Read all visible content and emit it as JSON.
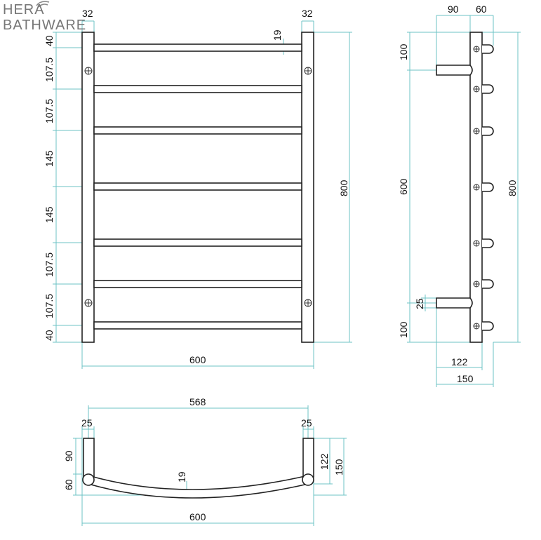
{
  "logo": {
    "line1": "HERA",
    "line2": "BATHWARE"
  },
  "front_view": {
    "top_left_width": "32",
    "top_right_width": "32",
    "bar_dia": "19",
    "left_dims": [
      "40",
      "107.5",
      "107.5",
      "145",
      "145",
      "107.5",
      "107.5",
      "40"
    ],
    "height": "800",
    "width": "600"
  },
  "side_view": {
    "arm_depth": "90",
    "peg_depth": "60",
    "left_dims": [
      "100",
      "600",
      "100"
    ],
    "arm_thickness": "25",
    "height": "800",
    "depth_122": "122",
    "depth_150": "150"
  },
  "top_view": {
    "inner_width": "568",
    "left_post": "25",
    "right_post": "25",
    "left_dims": [
      "90",
      "60"
    ],
    "bar_dia": "19",
    "right_122": "122",
    "right_150": "150",
    "width": "600"
  },
  "colors": {
    "dimension": "#6cc3c6",
    "outline": "#222222"
  }
}
